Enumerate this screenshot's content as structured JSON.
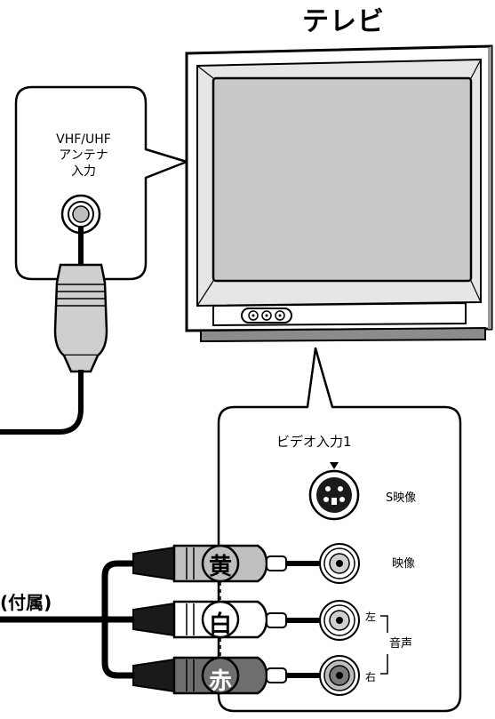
{
  "title": "テレビ",
  "antenna_label": [
    "VHF/UHF",
    "アンテナ",
    "入力"
  ],
  "video_input_label": "ビデオ入力1",
  "jacks": {
    "s_video": "S映像",
    "video": "映像",
    "audio_left": "左",
    "audio_right": "右",
    "audio": "音声"
  },
  "cable_label": "(付属)",
  "plug_colors": {
    "yellow": "黄",
    "white": "白",
    "red": "赤"
  }
}
